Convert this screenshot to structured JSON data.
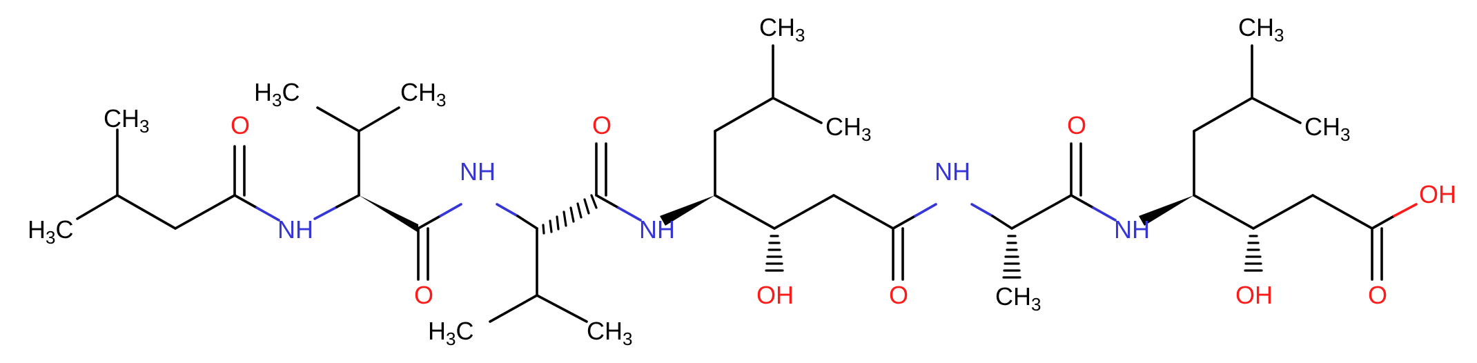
{
  "molecule": {
    "colors": {
      "carbon": "#000000",
      "nitrogen": "#3535d8",
      "oxygen": "#ff1a1a"
    },
    "atoms": [
      {
        "id": "ch3-isovaleryl-top",
        "el": "C",
        "label": "CH",
        "sub": "3"
      },
      {
        "id": "h3c-isovaleryl-left",
        "el": "C",
        "label": "H",
        "sub": "3",
        "after": "C"
      },
      {
        "id": "o-isovaleryl",
        "el": "O",
        "label": "O"
      },
      {
        "id": "nh-1",
        "el": "N",
        "label": "NH"
      },
      {
        "id": "h3c-val1-left",
        "el": "C",
        "label": "H",
        "sub": "3",
        "after": "C"
      },
      {
        "id": "ch3-val1-right",
        "el": "C",
        "label": "CH",
        "sub": "3"
      },
      {
        "id": "o-val1",
        "el": "O",
        "label": "O"
      },
      {
        "id": "nh-2",
        "el": "N",
        "label": "NH"
      },
      {
        "id": "h3c-val2-left",
        "el": "C",
        "label": "H",
        "sub": "3",
        "after": "C"
      },
      {
        "id": "ch3-val2-right",
        "el": "C",
        "label": "CH",
        "sub": "3"
      },
      {
        "id": "o-val2",
        "el": "O",
        "label": "O"
      },
      {
        "id": "nh-3",
        "el": "N",
        "label": "NH"
      },
      {
        "id": "ch3-sta1-top",
        "el": "C",
        "label": "CH",
        "sub": "3"
      },
      {
        "id": "ch3-sta1-right",
        "el": "C",
        "label": "CH",
        "sub": "3"
      },
      {
        "id": "oh-sta1",
        "el": "O",
        "label": "OH"
      },
      {
        "id": "o-sta1",
        "el": "O",
        "label": "O"
      },
      {
        "id": "nh-4",
        "el": "N",
        "label": "NH"
      },
      {
        "id": "o-ala",
        "el": "O",
        "label": "O"
      },
      {
        "id": "ch3-ala",
        "el": "C",
        "label": "CH",
        "sub": "3"
      },
      {
        "id": "nh-5",
        "el": "N",
        "label": "NH"
      },
      {
        "id": "ch3-sta2-top",
        "el": "C",
        "label": "CH",
        "sub": "3"
      },
      {
        "id": "ch3-sta2-right",
        "el": "C",
        "label": "CH",
        "sub": "3"
      },
      {
        "id": "oh-sta2",
        "el": "O",
        "label": "OH"
      },
      {
        "id": "oh-acid",
        "el": "O",
        "label": "OH"
      },
      {
        "id": "o-acid",
        "el": "O",
        "label": "O"
      }
    ]
  }
}
